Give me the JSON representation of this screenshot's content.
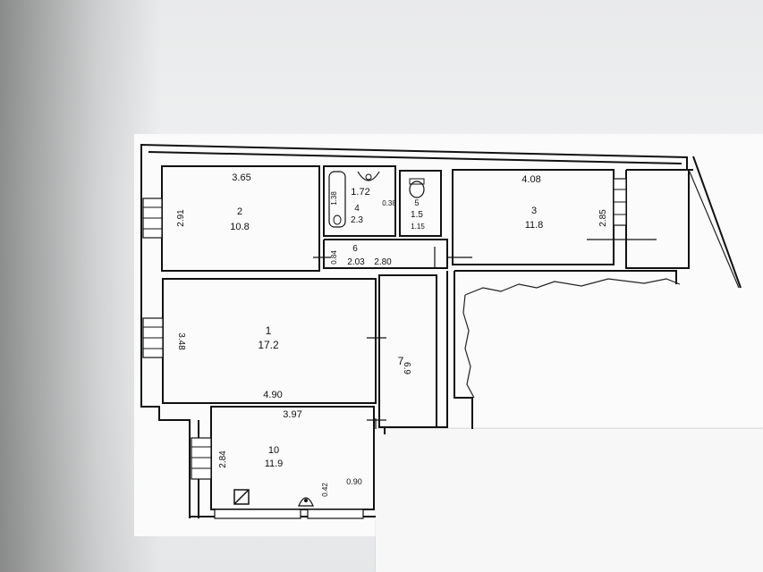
{
  "rooms": [
    {
      "number": "2",
      "area": "10.8",
      "width": "3.65",
      "height": "2.91"
    },
    {
      "number": "4",
      "area": "2.3",
      "width": "1.72",
      "height": "1.38"
    },
    {
      "number": "5",
      "area": "1.5",
      "side": "0.38",
      "side2": "1.15"
    },
    {
      "number": "3",
      "area": "11.8",
      "width": "4.08",
      "height": "2.85"
    },
    {
      "number": "6",
      "dim_a": "0.84",
      "dim_b": "2.03",
      "dim_c": "2.80"
    },
    {
      "number": "1",
      "area": "17.2",
      "width": "4.90",
      "height": "3.48"
    },
    {
      "number": "7",
      "area": "6.9"
    },
    {
      "number": "10",
      "area": "11.9",
      "width": "3.97",
      "height": "2.84",
      "dim_a": "0.42",
      "dim_b": "0.90"
    }
  ]
}
